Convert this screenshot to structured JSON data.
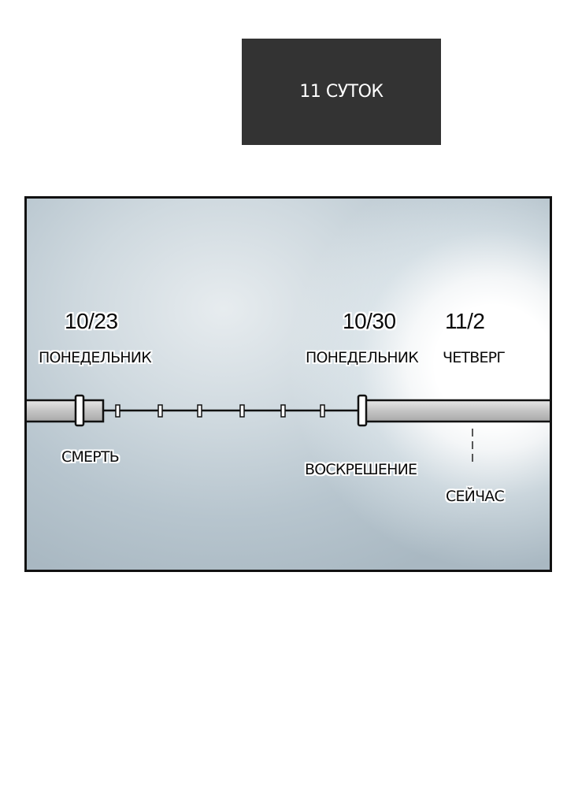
{
  "caption": {
    "text": "11 СУТОК"
  },
  "timeline": {
    "points": [
      {
        "date": "10/23",
        "weekday": "ПОНЕДЕЛЬНИК",
        "event": "СМЕРТЬ"
      },
      {
        "date": "10/30",
        "weekday": "ПОНЕДЕЛЬНИК",
        "event": "ВОСКРЕШЕНИЕ"
      },
      {
        "date": "11/2",
        "weekday": "ЧЕТВЕРГ",
        "event": "СЕЙЧАС"
      }
    ]
  },
  "colors": {
    "caption_background": "#333333",
    "panel_border": "#111111",
    "bar_fill": "#c4c4c4"
  }
}
